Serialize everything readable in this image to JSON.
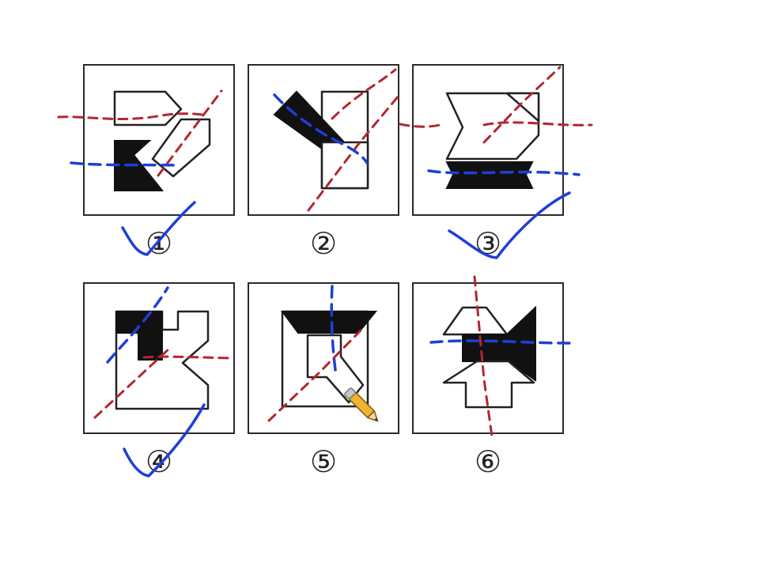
{
  "figures": [
    {
      "id": 1,
      "label": "①"
    },
    {
      "id": 2,
      "label": "②"
    },
    {
      "id": 3,
      "label": "③"
    },
    {
      "id": 4,
      "label": "④"
    },
    {
      "id": 5,
      "label": "⑤"
    },
    {
      "id": 6,
      "label": "⑥"
    }
  ],
  "annotation_colors": {
    "axis_dashes_red": "#b3272d",
    "axis_dashes_blue": "#1f3fd6",
    "check_marks": "#1f3fd6"
  },
  "checked_figures": [
    1,
    3,
    4
  ],
  "cursor_icon": "pencil-icon"
}
